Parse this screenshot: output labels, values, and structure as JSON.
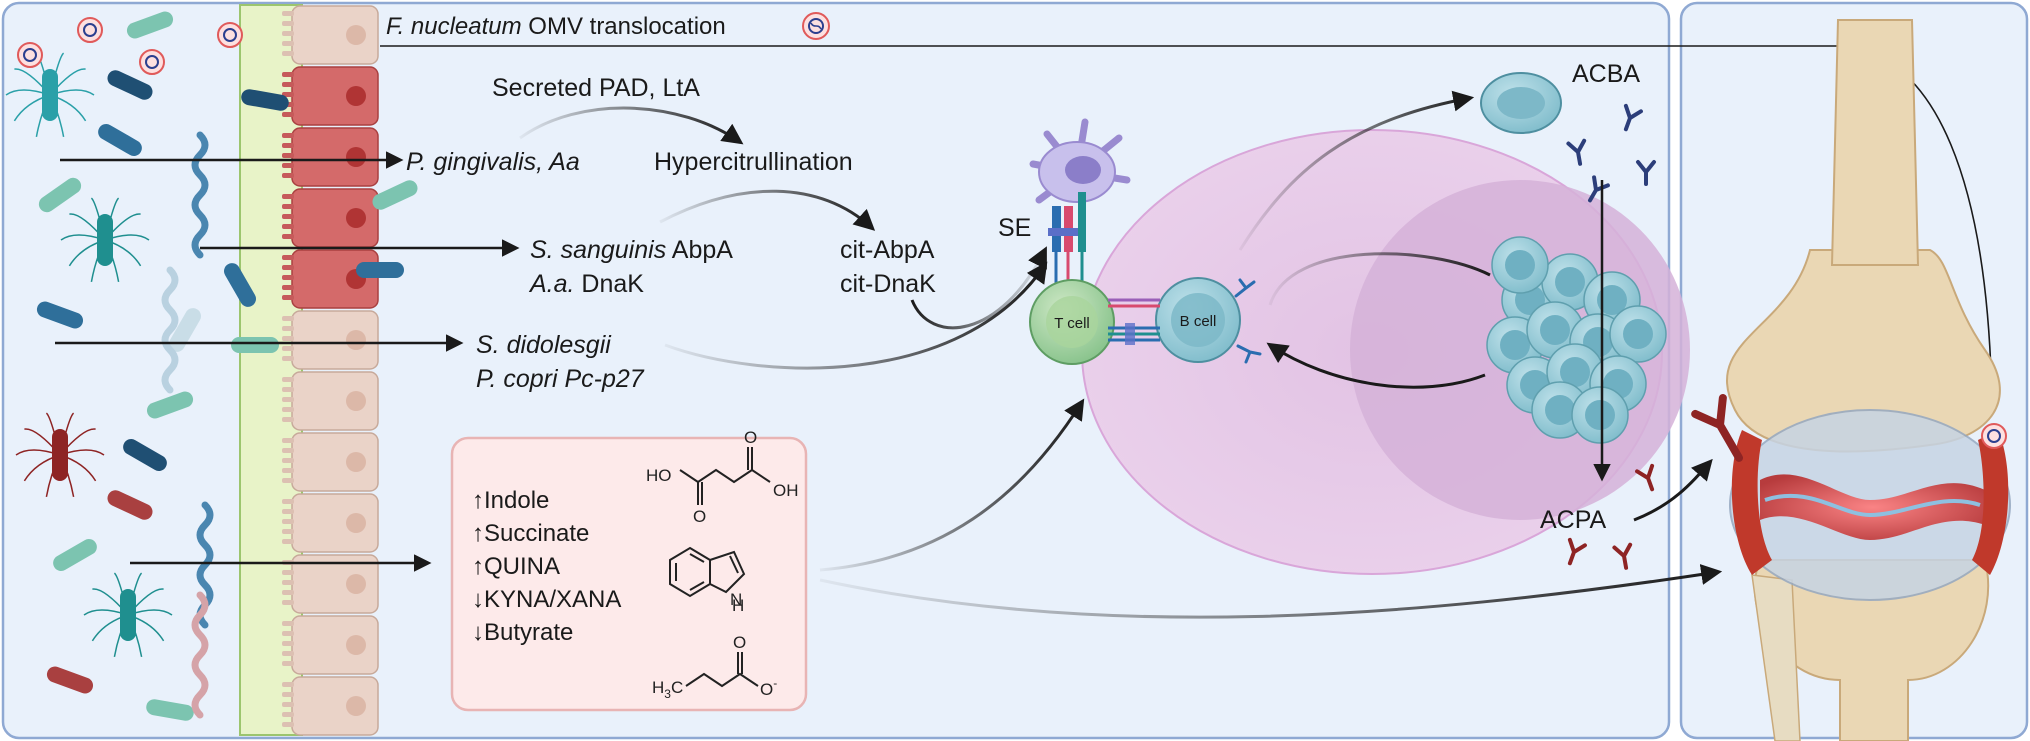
{
  "translocation": {
    "species": "F. nucleatum",
    "rest": " OMV translocation"
  },
  "pathways": {
    "secreted": "Secreted PAD, LtA",
    "hypercit": "Hypercitrullination",
    "pg_species": "P. gingivalis, Aa",
    "ss_species": "S. sanguinis",
    "ss_protein": " AbpA",
    "aa_species": "A.a.",
    "aa_protein": " DnaK",
    "cit_abpa": "cit-AbpA",
    "cit_dnak": "cit-DnaK",
    "sd_species": "S. didolesgii",
    "pc_species": "P. copri Pc-p27"
  },
  "immune": {
    "se_label": "SE",
    "t_cell": "T cell",
    "b_cell": "B cell",
    "acba": "ACBA",
    "acpa": "ACPA"
  },
  "metabolites": {
    "items": [
      {
        "arrow": "↑",
        "name": "Indole"
      },
      {
        "arrow": "↑",
        "name": "Succinate"
      },
      {
        "arrow": "↑",
        "name": "QUINA"
      },
      {
        "arrow": "↓",
        "name": "KYNA/XANA"
      },
      {
        "arrow": "↓",
        "name": "Butyrate"
      }
    ],
    "succinate_ho": "HO",
    "succinate_oh": "OH",
    "succinate_o1": "O",
    "succinate_o2": "O",
    "indole_h": "H",
    "indole_n": "N",
    "butyrate_h3c": "H",
    "butyrate_sub3": "3",
    "butyrate_c": "C",
    "butyrate_o": "O",
    "butyrate_ominus": "O",
    "butyrate_charge": "-"
  },
  "colors": {
    "panel_fill": "#e9f1fb",
    "panel_stroke": "#8fa9d3",
    "epithelium": "#d46a6a",
    "lymph_node": "#e6c6e6",
    "metabolite_box": "#fdeaea",
    "bone": "#ead7b4",
    "antibody_dark": "#2c3e7a",
    "antibody_red": "#8e2424"
  }
}
